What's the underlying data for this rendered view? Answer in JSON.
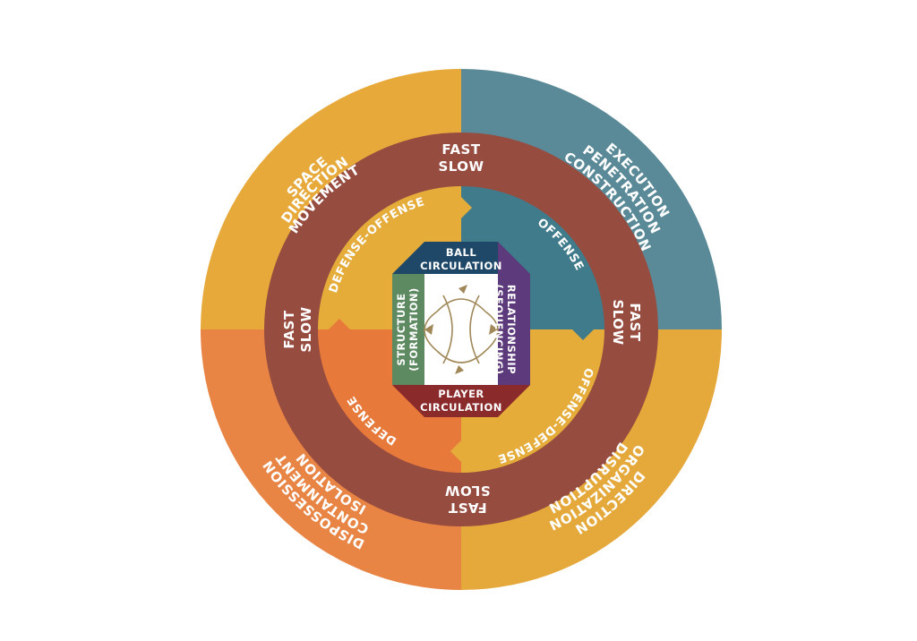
{
  "colors": {
    "background": "#ffffff",
    "outer_top_left": "#e6a93a",
    "outer_top_right": "#5a8a98",
    "outer_bottom_right": "#e5a93b",
    "outer_bottom_left": "#e88444",
    "middle_ring": "#974c40",
    "inner_top_left": "#e6ac3a",
    "inner_top_right": "#3f7b8a",
    "inner_bottom_right": "#e5ac3a",
    "inner_bottom_left": "#e7793a",
    "core_top": "#1f4868",
    "core_right": "#5d3a7c",
    "core_bottom": "#8a2a2a",
    "core_left": "#5d8a61",
    "center": "#ffffff",
    "motif": "#a08858"
  },
  "outer": {
    "top_left": [
      "SPACE",
      "DIRECTION",
      "MOVEMENT"
    ],
    "top_right": [
      "EXECUTION",
      "PENETRATION",
      "CONSTRUCTION"
    ],
    "bottom_right": [
      "DIRECTION",
      "ORGANIZATION",
      "DISRUPTION"
    ],
    "bottom_left": [
      "DISPOSSESSION",
      "CONTAINMENT",
      "ISOLATION"
    ]
  },
  "middle": {
    "top": [
      "FAST",
      "SLOW"
    ],
    "right": [
      "FAST",
      "SLOW"
    ],
    "bottom": [
      "FAST",
      "SLOW"
    ],
    "left": [
      "FAST",
      "SLOW"
    ]
  },
  "inner": {
    "top_left": "DEFENSE-OFFENSE",
    "top_right": "OFFENSE",
    "bottom_right": "OFFENSE-DEFENSE",
    "bottom_left": "DEFENSE"
  },
  "core": {
    "top": [
      "BALL",
      "CIRCULATION"
    ],
    "right": [
      "RELATIONSHIP",
      "(SEQUENCING)"
    ],
    "bottom": [
      "PLAYER",
      "CIRCULATION"
    ],
    "left": [
      "STRUCTURE",
      "(FORMATION)"
    ]
  },
  "center_icon": "interlocking-arrows-icon"
}
